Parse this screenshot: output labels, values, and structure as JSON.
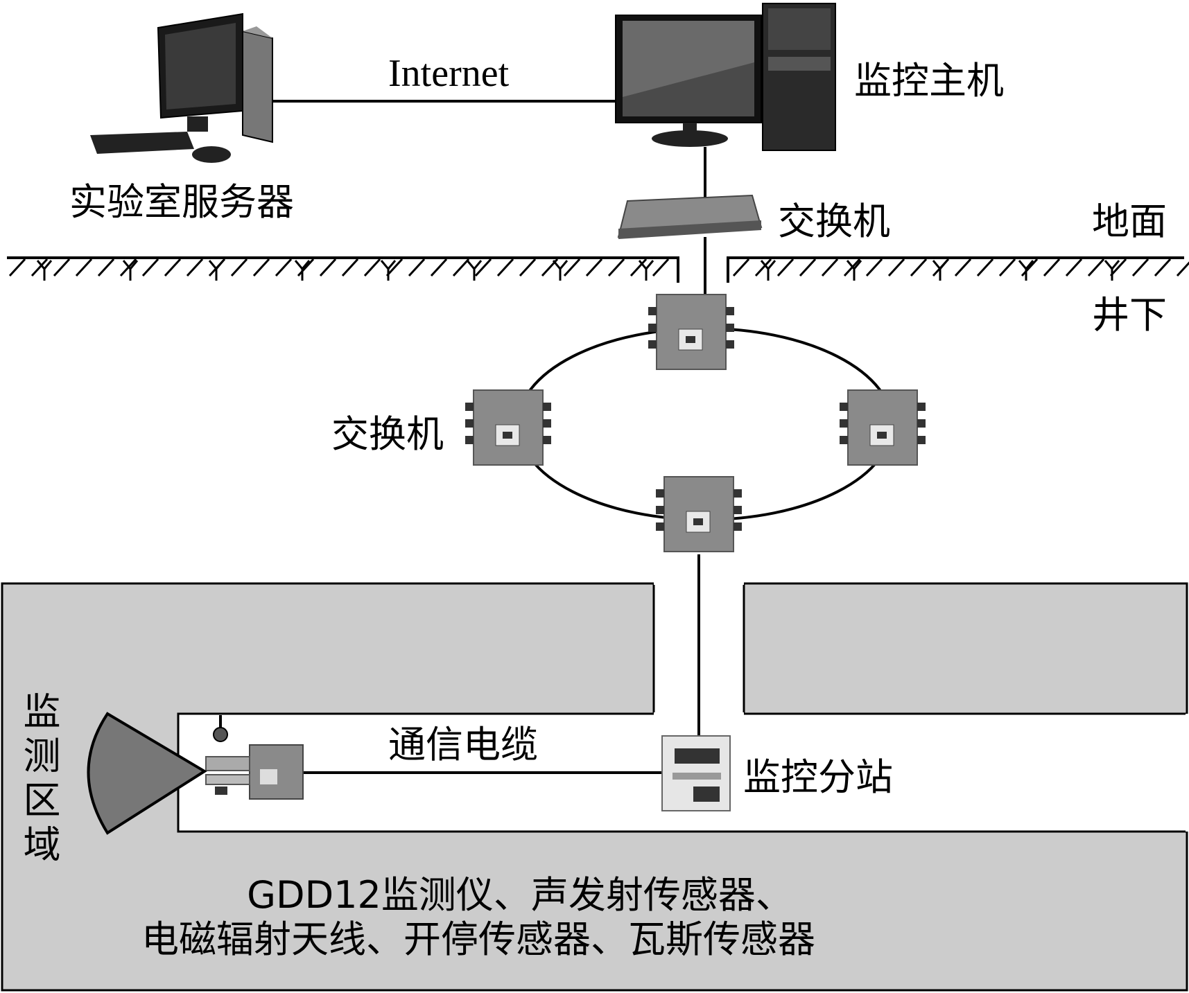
{
  "labels": {
    "internet": "Internet",
    "lab_server": "实验室服务器",
    "monitor_host": "监控主机",
    "surface_switch": "交换机",
    "ground": "地面",
    "underground": "井下",
    "ring_switch": "交换机",
    "comm_cable": "通信电缆",
    "monitor_substation": "监控分站",
    "monitoring_area": "监测区域",
    "sensors_line1": "GDD12监测仪、声发射传感器、",
    "sensors_line2": "电磁辐射天线、开停传感器、瓦斯传感器"
  },
  "colors": {
    "tunnel_fill": "#cccccc",
    "line": "#000000",
    "device_body": "#8a8a8a",
    "device_dark": "#333333",
    "detection_zone": "#777777"
  }
}
